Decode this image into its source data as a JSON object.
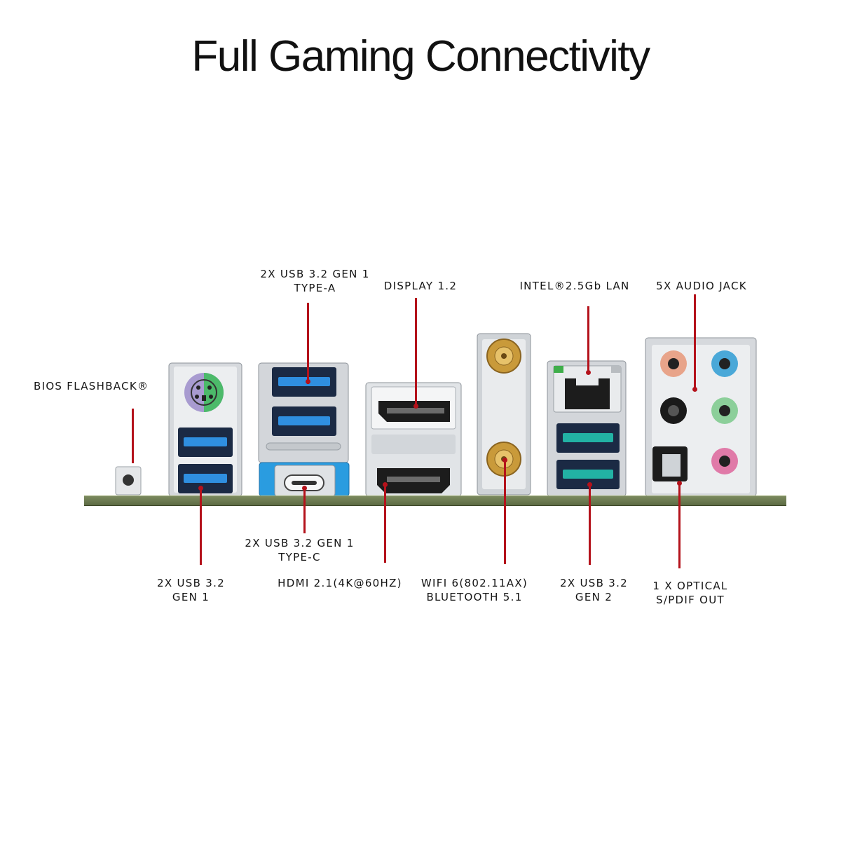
{
  "title": "Full Gaming Connectivity",
  "labels": {
    "bios_flashback": "BIOS FLASHBACK®",
    "usb_typea": [
      "2X USB 3.2 GEN 1",
      "TYPE-A"
    ],
    "display": "DISPLAY 1.2",
    "lan": "INTEL®2.5Gb LAN",
    "audio": "5X AUDIO JACK",
    "usb_gen1": [
      "2X USB 3.2",
      "GEN 1"
    ],
    "usb_typec": [
      "2X USB 3.2 GEN 1",
      "TYPE-C"
    ],
    "hdmi": "HDMI 2.1(4K@60HZ)",
    "wifi": [
      "WIFI 6(802.11AX)",
      "BLUETOOTH 5.1"
    ],
    "usb_gen2": [
      "2X USB 3.2",
      "GEN 2"
    ],
    "optical": [
      "1 X OPTICAL",
      "S/PDIF OUT"
    ]
  },
  "colors": {
    "leader": "#b4121b",
    "usb_gen1": "#2f8fe0",
    "usb_gen2": "#22b2a4",
    "audio_jacks": [
      "#e8a48a",
      "#4aa8d8",
      "#1a1a1a",
      "#8ccf9a",
      "#e07aa8"
    ]
  },
  "icons": [
    "ps2-port-icon",
    "usb-a-port-icon",
    "usb-c-port-icon",
    "displayport-icon",
    "hdmi-port-icon",
    "wifi-antenna-connector-icon",
    "rj45-lan-port-icon",
    "audio-jack-icon",
    "optical-port-icon",
    "bios-button-icon"
  ]
}
